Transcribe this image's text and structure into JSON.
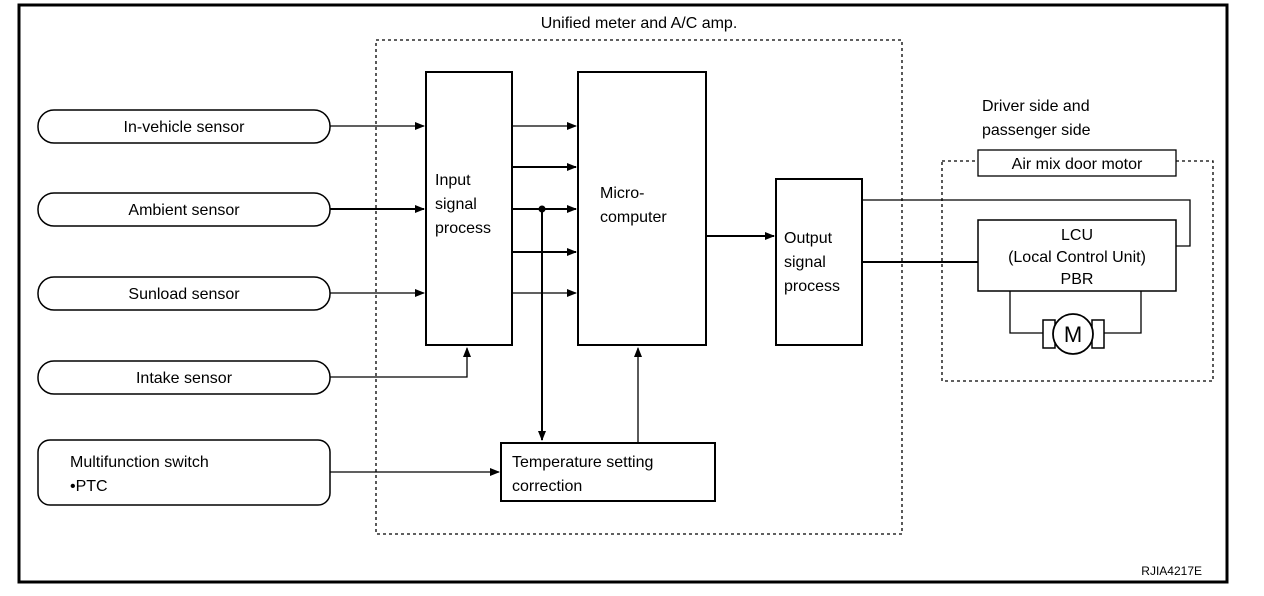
{
  "diagram": {
    "group_title": "Unified meter and A/C amp.",
    "sensors": [
      {
        "label": "In-vehicle sensor"
      },
      {
        "label": "Ambient sensor"
      },
      {
        "label": "Sunload sensor"
      },
      {
        "label": "Intake sensor"
      }
    ],
    "multifunction_switch": {
      "line1": "Multifunction switch",
      "bullet": "•PTC"
    },
    "input_block": {
      "lines": [
        "Input",
        "signal",
        "process"
      ]
    },
    "micro_block": {
      "lines": [
        "Micro-",
        "computer"
      ]
    },
    "output_block": {
      "lines": [
        "Output",
        "signal",
        "process"
      ]
    },
    "temp_block": {
      "lines": [
        "Temperature setting",
        "correction"
      ]
    },
    "side_title": {
      "lines": [
        "Driver side and",
        "passenger side"
      ]
    },
    "air_mix_label": "Air mix door motor",
    "lcu_block": {
      "lines": [
        "LCU",
        "(Local Control Unit)",
        "PBR"
      ]
    },
    "motor_symbol": "M",
    "figure_id": "RJIA4217E"
  }
}
